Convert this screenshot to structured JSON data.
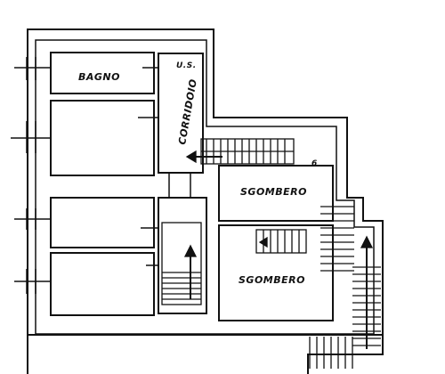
{
  "plan": {
    "rooms": [
      {
        "id": "bagno",
        "label": "BAGNO"
      },
      {
        "id": "corridoio",
        "label": "CORRIDOIO"
      },
      {
        "id": "sgombero-1",
        "label": "SGOMBERO"
      },
      {
        "id": "sgombero-2",
        "label": "SGOMBERO"
      }
    ],
    "annotations": [
      {
        "id": "note-top",
        "text": "U.S."
      },
      {
        "id": "note-right",
        "text": "6"
      }
    ],
    "colors": {
      "wall": "#111111",
      "background": "#ffffff"
    }
  }
}
